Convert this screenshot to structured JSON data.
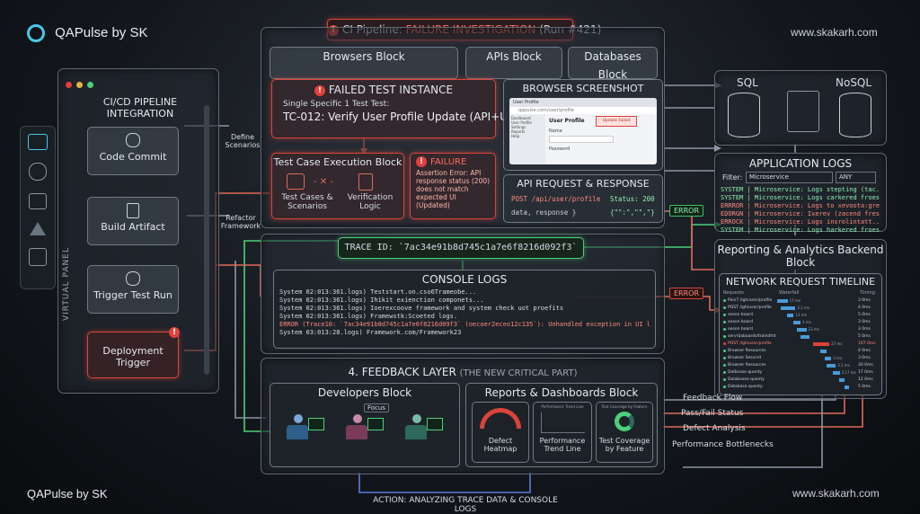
{
  "brand": {
    "logo": "QAPulse by SK",
    "url": "www.skakarh.com",
    "footer_logo": "QAPulse by SK",
    "footer_url": "www.skakarh.com"
  },
  "header": {
    "prefix": "CI Pipeline: ",
    "highlight": "FAILURE INVESTIGATION",
    "suffix": " (Run #421)"
  },
  "left_panel": {
    "title": "CI/CD PIPELINE INTEGRATION",
    "vertical_label": "VIRTUAL PANEL",
    "steps": [
      "Code Commit",
      "Build Artifact",
      "Trigger Test Run",
      "Deployment Trigger"
    ]
  },
  "side_labels": {
    "define": "Define Scenarios",
    "refactor": "Refactor Framework"
  },
  "blocks": {
    "browsers": "Browsers Block",
    "apis": "APIs Block",
    "databases": "Databases Block"
  },
  "failed_test": {
    "title": "FAILED TEST INSTANCE",
    "subtitle": "Single Specific 1 Test Test:",
    "name": "TC-012: Verify User Profile Update (API+UI)"
  },
  "execution": {
    "title": "Test Case Execution Block",
    "left": "Test Cases & Scenarios",
    "right": "Verification Logic"
  },
  "failure": {
    "title": "FAILURE",
    "text": "Assertion Error: API response status (200) does not match expected UI (Updated)"
  },
  "screenshot": {
    "title": "BROWSER SCREENSHOT",
    "tab": "User Profile",
    "address": "qapulse.com/user/profile",
    "heading": "User Profile",
    "field1": "Name",
    "field2": "Password",
    "toast": "Update Failed",
    "nav": [
      "Dashboard",
      "User Profile",
      "Settings",
      "Reports",
      "Help"
    ]
  },
  "api": {
    "title": "API REQUEST & RESPONSE",
    "request": "POST /api/user/profile",
    "status": "Status: 200",
    "body": "data, response }",
    "json": "{\"\":\",\"\",\"}"
  },
  "db": {
    "sql": "SQL",
    "nosql": "NoSQL"
  },
  "app_logs": {
    "title": "APPLICATION LOGS",
    "filter_label": "Filter:",
    "filter_value": "Microservice",
    "level": "ANY",
    "lines": [
      "SYSTEM | Microservice: Logs stepting (tac...",
      "SYSTEM | Microservice: Logs carkered froes...",
      "ERRROR | Microservice: Logs to xevoota:gre...",
      "EDORGN | Microservice: Ixerev (zacend fres...",
      "ERROCK | Microservice: Logs insrolintatt...",
      "SYSTEM | Microservice: Logs harkered froes..."
    ]
  },
  "error_chip": "ERROR",
  "error_chip2": "ERROR",
  "trace": {
    "label": "TRACE ID: `7ac34e91b8d745c1a7e6f8216d092f3`"
  },
  "console": {
    "title": "CONSOLE LOGS",
    "lines": [
      "System 02:013:361.logs) Teststart.on.cso6Trameobe...",
      "System 02:013:361.logs) Ihikit exienction componets...",
      "System 02:013:361.logs) Ioerexcoove framework and system check uot proefits",
      "System 02:013:361.logs) Framewstk:Scoeted logs.",
      "ERROR (Trace10: `7ac34e91b8d745c1a7e6f8216d09f3` (oecoer2eceo12c135`): Unhandled exception in UI logic...",
      "System 03:013:28.logs) Framework.com/Framework23"
    ]
  },
  "reporting": {
    "title": "Reporting & Analytics Backend Block"
  },
  "network": {
    "title": "NETWORK REQUEST TIMELINE",
    "col_requests": "Requests",
    "col_waterfall": "Waterfall",
    "col_timing": "Timing",
    "rows": [
      {
        "name": "Poin7 /lgh/user/profile",
        "time": "3 0ms",
        "bar_start": 0.0,
        "bar_len": 0.22,
        "label": "17 ms",
        "error": false
      },
      {
        "name": "POST /igh/user/profile",
        "time": "4 0ms",
        "bar_start": 0.05,
        "bar_len": 0.3,
        "label": "3.1 ms",
        "error": false
      },
      {
        "name": "oeson board",
        "time": "5 0ms",
        "bar_start": 0.12,
        "bar_len": 0.15,
        "label": "13 ms",
        "error": false
      },
      {
        "name": "axxon board",
        "time": "3 0ms",
        "bar_start": 0.2,
        "bar_len": 0.16,
        "label": "3 ms",
        "error": false
      },
      {
        "name": "oeson board",
        "time": "3 0ms",
        "bar_start": 0.25,
        "bar_len": 0.2,
        "label": "23 ms",
        "error": false
      },
      {
        "name": "servrbaboards/tralndfrd",
        "time": "5 0ms",
        "bar_start": 0.3,
        "bar_len": 0.18,
        "label": "",
        "error": false
      },
      {
        "name": "POST /lgh/user/profile",
        "time": "107 0ms",
        "bar_start": 0.45,
        "bar_len": 0.35,
        "label": "27 ms",
        "error": true
      },
      {
        "name": "Browser Resources",
        "time": "4 0ms",
        "bar_start": 0.55,
        "bar_len": 0.12,
        "label": "",
        "error": false
      },
      {
        "name": "Browser Sesscrd",
        "time": "3 0ms",
        "bar_start": 0.6,
        "bar_len": 0.14,
        "label": "3 ms",
        "error": false
      },
      {
        "name": "Browser Resources",
        "time": "30 0ms",
        "bar_start": 0.62,
        "bar_len": 0.2,
        "label": "3.1 ms",
        "error": false
      },
      {
        "name": "Dalboase quenty",
        "time": "17 0ms",
        "bar_start": 0.7,
        "bar_len": 0.15,
        "label": "3.17 ms",
        "error": false
      },
      {
        "name": "Dalaboase quenty",
        "time": "12 0ms",
        "bar_start": 0.78,
        "bar_len": 0.12,
        "label": "",
        "error": false
      },
      {
        "name": "Database quenty",
        "time": "5 0ms",
        "bar_start": 0.85,
        "bar_len": 0.1,
        "label": "",
        "error": false
      }
    ]
  },
  "feedback": {
    "title_prefix": "4. FEEDBACK LAYER ",
    "title_suffix": "(THE NEW CRITICAL PART)"
  },
  "developers": {
    "title": "Developers Block",
    "focus": "Focus"
  },
  "reports": {
    "title": "Reports & Dashboards Block",
    "widgets": [
      "Defect Heatmap",
      "Performance Trend Line",
      "Test Coverage by Feature"
    ],
    "trend_caption": "Performance Trend Line",
    "coverage_caption": "Test Coverage by Feature"
  },
  "right_flow": {
    "feedback": "Feedback Flow",
    "pass_fail": "Pass/Fail Status",
    "defect": "Defect Analysis",
    "perf": "Performance Bottlenecks"
  },
  "action": "ACTION: ANALYZING TRACE DATA & CONSOLE LOGS",
  "colors": {
    "error": "#e0413a",
    "success": "#4bd07a",
    "panel": "#2a3038"
  }
}
